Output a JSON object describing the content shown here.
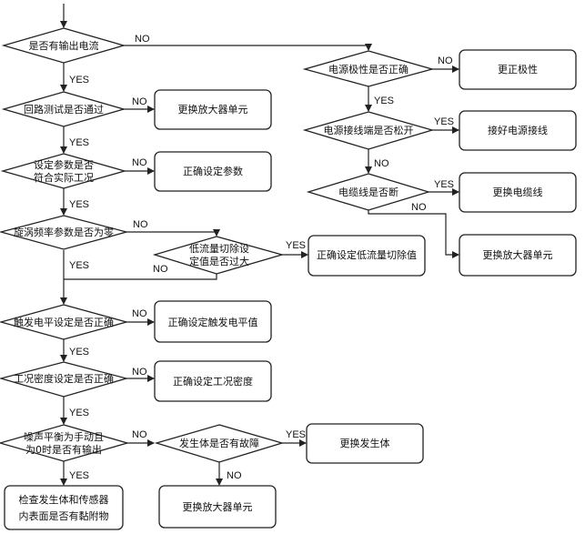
{
  "labels": {
    "yes": "YES",
    "no": "NO"
  },
  "decisions": {
    "output_flow": "是否有输出电流",
    "loop_test": "回路测试是否通过",
    "setting_line1": "设定参数是否",
    "setting_line2": "符合实际工况",
    "vortex_freq": "旋涡频率参数是否为零",
    "low_cut_line1": "低流量切除设",
    "low_cut_line2": "定值是否过大",
    "trigger_level": "触发电平设定是否正确",
    "condition_density": "工况密度设定是否正确",
    "noise_line1": "噪声平衡为手动且",
    "noise_line2": "为0时是否有输出",
    "generator_fault": "发生体是否有故障",
    "power_polarity": "电源极性是否正确",
    "power_terminal": "电源接线端是否松开",
    "cable_broken": "电缆线是否断"
  },
  "actions": {
    "replace_amp_1": "更换放大器单元",
    "correct_params": "正确设定参数",
    "correct_low_cut": "正确设定低流量切除值",
    "correct_trigger": "正确设定触发电平值",
    "correct_density": "正确设定工况密度",
    "replace_generator": "更换发生体",
    "replace_amp_2": "更换放大器单元",
    "inspect_line1": "检查发生体和传感器",
    "inspect_line2": "内表面是否有黏附物",
    "correct_polarity": "更正极性",
    "connect_power": "接好电源接线",
    "replace_cable": "更换电缆线",
    "replace_amp_3": "更换放大器单元"
  }
}
